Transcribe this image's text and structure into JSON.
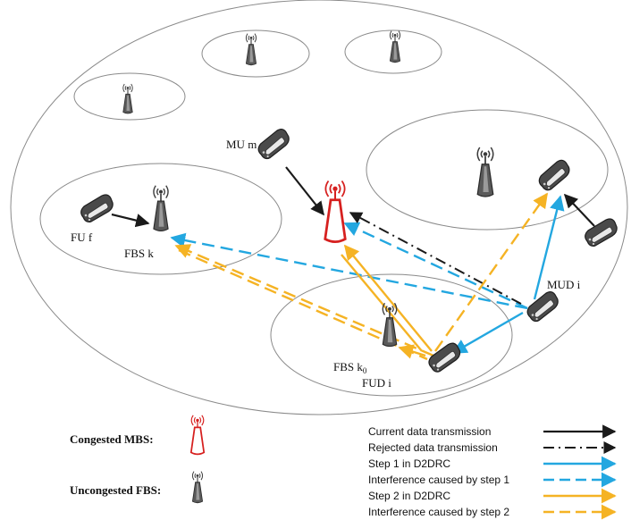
{
  "colors": {
    "congested": "#d6201f",
    "uncongested": "#3a3a3a",
    "current": "#1a1a1a",
    "step1": "#23a7e0",
    "step2": "#f5b324",
    "ellipse": "#8a8a8a"
  },
  "labels": {
    "mu_m": "MU m",
    "fu_f": "FU f",
    "fbs_k": "FBS k",
    "fbs_k0_main": "FBS k",
    "fbs_k0_sub": "0",
    "fud_i": "FUD i",
    "mud_i": "MUD i"
  },
  "key": {
    "congested_mbs": "Congested MBS:",
    "uncongested_fbs": "Uncongested FBS:"
  },
  "legend": [
    {
      "label": "Current data transmission",
      "style": "current"
    },
    {
      "label": "Rejected data transmission",
      "style": "rejected"
    },
    {
      "label": "Step 1 in D2DRC",
      "style": "step1"
    },
    {
      "label": "Interference caused by step 1",
      "style": "step1-dashed"
    },
    {
      "label": "Step 2 in D2DRC",
      "style": "step2"
    },
    {
      "label": "Interference caused by step 2",
      "style": "step2-dashed"
    }
  ],
  "icons": {
    "tower": "antenna-tower-icon",
    "phone": "mobile-phone-icon"
  }
}
